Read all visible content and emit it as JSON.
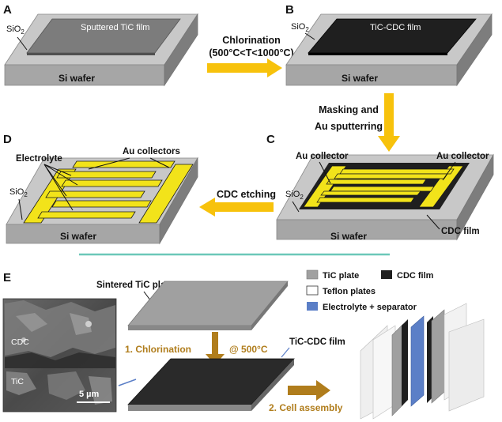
{
  "panels": {
    "a": {
      "letter": "A",
      "film_label": "Sputtered TiC film",
      "sio2": "SiO",
      "sio2_sub": "2",
      "substrate": "Si wafer"
    },
    "b": {
      "letter": "B",
      "film_label": "TiC-CDC film",
      "sio2": "SiO",
      "sio2_sub": "2",
      "substrate": "Si wafer"
    },
    "c": {
      "letter": "C",
      "au_left": "Au collector",
      "au_right": "Au collector",
      "sio2": "SiO",
      "sio2_sub": "2",
      "substrate": "Si wafer",
      "cdc_film": "CDC film"
    },
    "d": {
      "letter": "D",
      "au_collectors": "Au collectors",
      "electrolyte": "Electrolyte",
      "sio2": "SiO",
      "sio2_sub": "2",
      "substrate": "Si wafer"
    },
    "e": {
      "letter": "E",
      "sintered": "Sintered TiC plate",
      "tic_cdc_film": "TiC-CDC film",
      "sem_cdc": "CDC",
      "sem_tic": "TiC",
      "scale_bar": "5 µm"
    }
  },
  "steps": {
    "chlorination_line1": "Chlorination",
    "chlorination_line2": "(500°C<T<1000°C)",
    "masking_line1": "Masking  and",
    "masking_line2": "Au sputterring",
    "cdc_etching": "CDC etching",
    "chlorination_e": "1. Chlorination",
    "chlorination_e_temp": "@ 500°C",
    "cell_assembly": "2. Cell assembly"
  },
  "legend": {
    "tic_plate": "TiC plate",
    "cdc_film": "CDC  film",
    "teflon": "Teflon plates",
    "electrolyte_sep": "Electrolyte + separator"
  },
  "colors": {
    "tic": "#8f8f8f",
    "cdc": "#1f1f1f",
    "gold": "#f2e31a",
    "arrow_orange": "#f7c20c",
    "arrow_brown": "#b07d1c",
    "teal_divider": "#6cc8b9",
    "electrolyte_blue": "#5b7fc7"
  }
}
